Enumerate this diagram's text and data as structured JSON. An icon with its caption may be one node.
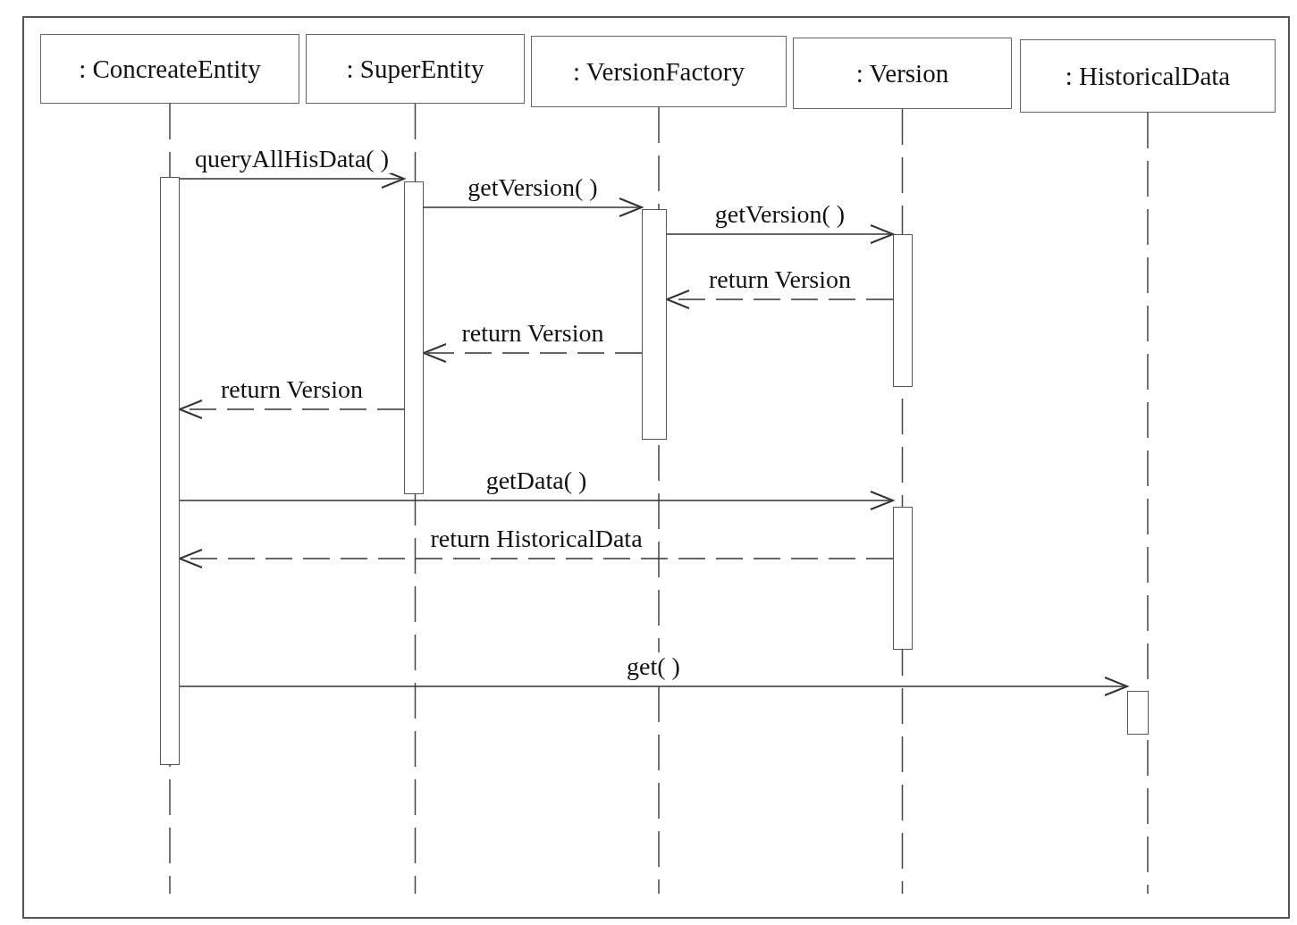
{
  "diagram": {
    "nodes": [
      {
        "text": [
          ": ConcreateEntity"
        ]
      },
      {
        "text": [
          ": SuperEntity"
        ]
      },
      {
        "text": [
          ": VersionFactory"
        ]
      },
      {
        "text": [
          ": Version"
        ]
      },
      {
        "text": [
          ": HistoricalData"
        ]
      },
      {
        "text": [],
        "shape": "bar"
      },
      {
        "text": [],
        "shape": "bar"
      },
      {
        "text": [],
        "shape": "bar"
      },
      {
        "text": [],
        "shape": "bar"
      },
      {
        "text": [],
        "shape": "bar"
      },
      {
        "text": [],
        "shape": "bar"
      }
    ],
    "edges": [
      {
        "from": 5,
        "to": 6,
        "arrow": "to",
        "label": "queryAllHisData( )"
      },
      {
        "from": 6,
        "to": 7,
        "arrow": "to",
        "label": "getVersion( )"
      },
      {
        "from": 7,
        "to": 8,
        "arrow": "to",
        "label": "getVersion( )"
      },
      {
        "from": 8,
        "to": 7,
        "arrow": "to",
        "label": "return Version",
        "style": "dashed"
      },
      {
        "from": 7,
        "to": 6,
        "arrow": "to",
        "label": "return Version",
        "style": "dashed"
      },
      {
        "from": 6,
        "to": 5,
        "arrow": "to",
        "label": "return Version",
        "style": "dashed"
      },
      {
        "from": 5,
        "to": 9,
        "arrow": "to",
        "label": "getData( )"
      },
      {
        "from": 9,
        "to": 5,
        "arrow": "to",
        "label": "return HistoricalData",
        "style": "dashed"
      },
      {
        "from": 5,
        "to": 10,
        "arrow": "to",
        "label": "get( )"
      }
    ]
  }
}
